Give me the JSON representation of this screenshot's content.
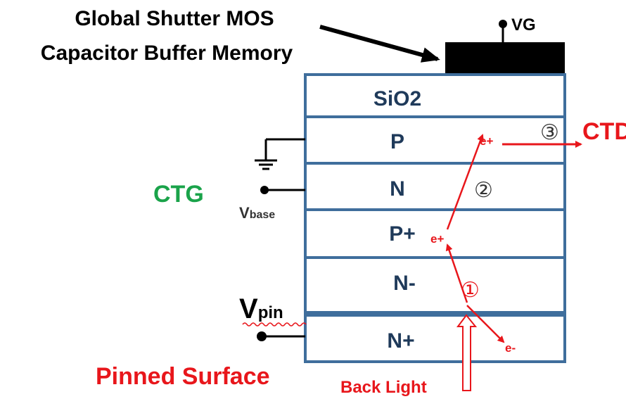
{
  "title": {
    "line1": "Global Shutter MOS",
    "line2": "Capacitor Buffer Memory"
  },
  "gate": {
    "label": "VG"
  },
  "layers": [
    {
      "label": "SiO2"
    },
    {
      "label": "P"
    },
    {
      "label": "N"
    },
    {
      "label": "P+"
    },
    {
      "label": "N-"
    },
    {
      "label": "N+"
    }
  ],
  "terminals": {
    "ctg": "CTG",
    "vbase_main": "V",
    "vbase_sub": "base",
    "vpin_main": "V",
    "vpin_sub": "pin"
  },
  "carriers": {
    "e_plus_top": "e+",
    "e_plus_mid": "e+",
    "e_minus": "e-"
  },
  "steps": {
    "step1": "①",
    "step2": "②",
    "step3": "③"
  },
  "labels": {
    "ctd": "CTD",
    "pinned_surface": "Pinned Surface",
    "back_light": "Back Light"
  },
  "colors": {
    "red": "#e8161b",
    "green": "#1aa34a",
    "layer_border": "#3f6e9c",
    "layer_text": "#1f3a5a",
    "gate": "#000000"
  }
}
